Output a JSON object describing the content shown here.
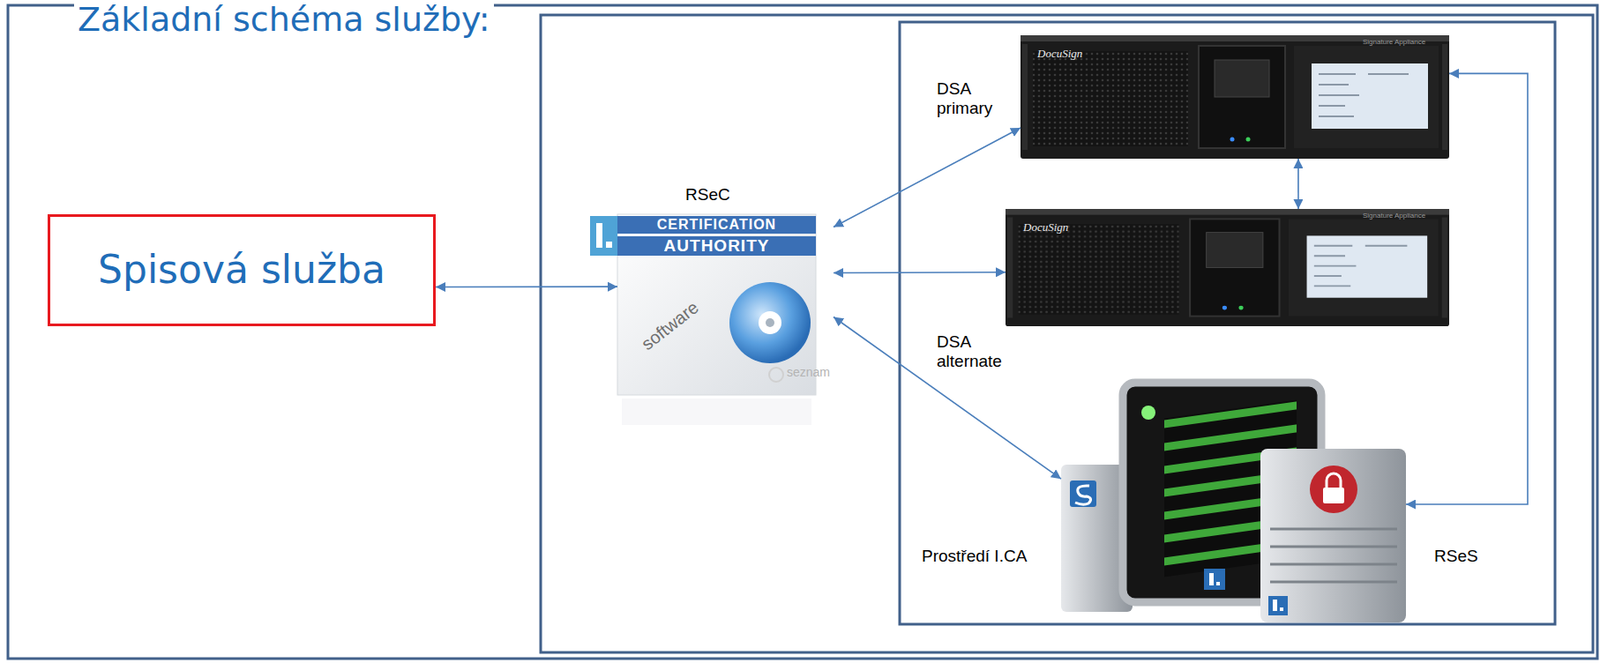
{
  "diagram": {
    "title": "Základní schéma služby:",
    "nodes": [
      {
        "text": [
          "Spisová služba"
        ]
      },
      {
        "text": [
          "RSeC"
        ]
      },
      {
        "text": [
          "DSA primary"
        ]
      },
      {
        "text": [
          "DSA alternate"
        ]
      },
      {
        "text": [
          "Prostředí I.CA"
        ]
      },
      {
        "text": [
          "RSeS"
        ]
      }
    ],
    "edges": [
      {
        "from": 0,
        "to": 1,
        "arrow": "both"
      },
      {
        "from": 1,
        "to": 2,
        "arrow": "both"
      },
      {
        "from": 1,
        "to": 3,
        "arrow": "both"
      },
      {
        "from": 1,
        "to": 4,
        "arrow": "both"
      },
      {
        "from": 2,
        "to": 3,
        "arrow": "both"
      },
      {
        "from": 2,
        "to": 5,
        "arrow": "both"
      }
    ],
    "labels": [
      "CERTIFICATION",
      "AUTHORITY",
      "software",
      "seznam",
      "DocuSign",
      "Signature Appliance",
      "DocuSign",
      "Signature Appliance"
    ]
  }
}
